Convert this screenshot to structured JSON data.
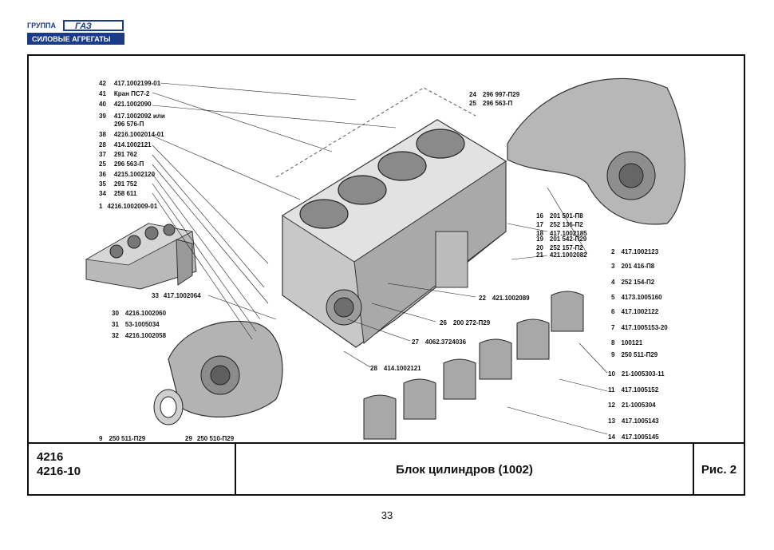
{
  "logo": {
    "top": "ГРУППА",
    "brand": "ГАЗ",
    "bottom": "СИЛОВЫЕ АГРЕГАТЫ"
  },
  "labels": [
    {
      "n": "42",
      "p": "417.1002199-01"
    },
    {
      "n": "41",
      "p": "Кран ПС7-2"
    },
    {
      "n": "40",
      "p": "421.1002090"
    },
    {
      "n": "39",
      "p": "417.1002092 или"
    },
    {
      "n": "",
      "p": "296 576-П"
    },
    {
      "n": "38",
      "p": "4216.1002014-01"
    },
    {
      "n": "28",
      "p": "414.1002121"
    },
    {
      "n": "37",
      "p": "291 762"
    },
    {
      "n": "25",
      "p": "296 563-П"
    },
    {
      "n": "36",
      "p": "4215.1002120"
    },
    {
      "n": "35",
      "p": "291 752"
    },
    {
      "n": "34",
      "p": "258 611"
    },
    {
      "n": "1",
      "p": "4216.1002009-01"
    },
    {
      "n": "33",
      "p": "417.1002064"
    },
    {
      "n": "30",
      "p": "4216.1002060"
    },
    {
      "n": "31",
      "p": "53-1005034"
    },
    {
      "n": "32",
      "p": "4216.1002058"
    },
    {
      "n": "9",
      "p": "250 511-П29"
    },
    {
      "n": "29",
      "p": "250 510-П29"
    },
    {
      "n": "24",
      "p": "296 997-П29"
    },
    {
      "n": "25",
      "p": "296 563-П"
    },
    {
      "n": "16",
      "p": "201 501-П8"
    },
    {
      "n": "17",
      "p": "252 136-П2"
    },
    {
      "n": "18",
      "p": "417.1002185"
    },
    {
      "n": "19",
      "p": "201 542-П29"
    },
    {
      "n": "20",
      "p": "252 157-П2"
    },
    {
      "n": "21",
      "p": "421.1002082"
    },
    {
      "n": "2",
      "p": "417.1002123"
    },
    {
      "n": "3",
      "p": "201 416-П8"
    },
    {
      "n": "4",
      "p": "252 154-П2"
    },
    {
      "n": "5",
      "p": "4173.1005160"
    },
    {
      "n": "6",
      "p": "417.1002122"
    },
    {
      "n": "7",
      "p": "417.1005153-20"
    },
    {
      "n": "8",
      "p": "100121"
    },
    {
      "n": "9",
      "p": "250 511-П29"
    },
    {
      "n": "10",
      "p": "21-1005303-11"
    },
    {
      "n": "11",
      "p": "417.1005152"
    },
    {
      "n": "12",
      "p": "21-1005304"
    },
    {
      "n": "13",
      "p": "417.1005143"
    },
    {
      "n": "14",
      "p": "417.1005145"
    },
    {
      "n": "22",
      "p": "421.1002089"
    },
    {
      "n": "26",
      "p": "200 272-П29"
    },
    {
      "n": "27",
      "p": "4062.3724036"
    },
    {
      "n": "28",
      "p": "414.1002121"
    }
  ],
  "titleblock": {
    "model_1": "4216",
    "model_2": "4216-10",
    "title": "Блок цилиндров (1002)",
    "figure": "Рис. 2"
  },
  "page_number": "33"
}
